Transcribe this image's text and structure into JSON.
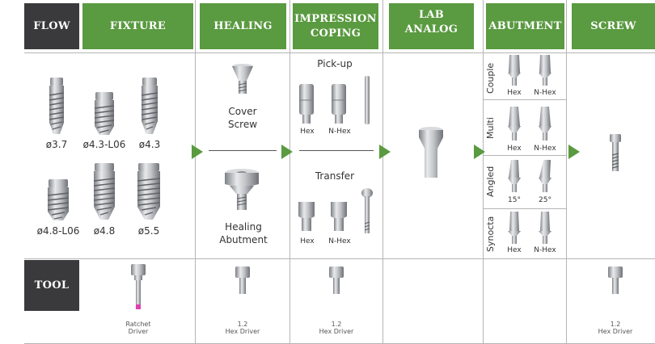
{
  "headers": {
    "flow": "FLOW",
    "fixture": "FIXTURE",
    "healing": "HEALING",
    "impression_line1": "IMPRESSION",
    "impression_line2": "COPING",
    "lab_line1": "LAB",
    "lab_line2": "ANALOG",
    "abutment": "ABUTMENT",
    "screw": "SCREW",
    "tool": "TOOL"
  },
  "fixture": {
    "sizes": [
      "ø3.7",
      "ø4.3-L06",
      "ø4.3",
      "ø4.8-L06",
      "ø4.8",
      "ø5.5"
    ]
  },
  "healing": {
    "cover_line1": "Cover",
    "cover_line2": "Screw",
    "abut_line1": "Healing",
    "abut_line2": "Abutment"
  },
  "impression": {
    "pickup": "Pick-up",
    "transfer": "Transfer",
    "hex": "Hex",
    "nhex": "N-Hex"
  },
  "abutment": {
    "groups": [
      "Couple",
      "Multi",
      "Angled",
      "Synocta"
    ],
    "hex": "Hex",
    "nhex": "N-Hex",
    "deg15": "15°",
    "deg25": "25°"
  },
  "tools": {
    "ratchet_line1": "Ratchet",
    "ratchet_line2": "Driver",
    "hex_line1": "1.2",
    "hex_line2": "Hex Driver"
  },
  "colors": {
    "green": "#5a9a40",
    "dark": "#3a3a3c",
    "metal": "#b9bcc0"
  }
}
